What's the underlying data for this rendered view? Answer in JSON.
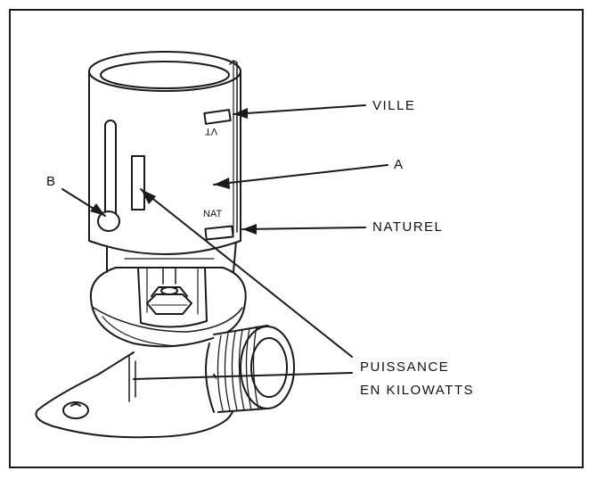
{
  "labels": {
    "ville": "VILLE",
    "a": "A",
    "b": "B",
    "naturel": "NATUREL",
    "puissance_line1": "PUISSANCE",
    "puissance_line2": "EN KILOWATTS"
  },
  "markings": {
    "vt": "VT",
    "nat": "NAT"
  },
  "colors": {
    "ink": "#1a1a1a",
    "shade": "#555555",
    "paper": "#ffffff"
  }
}
